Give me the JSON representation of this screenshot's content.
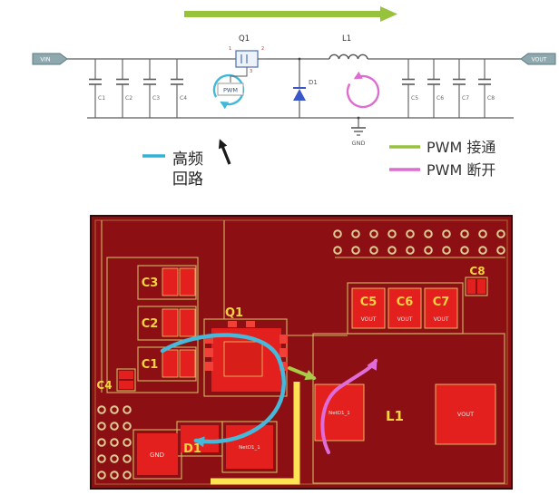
{
  "colors": {
    "loop_cyan": "#3FB9D9",
    "pwm_on_green": "#97C23C",
    "pwm_off_magenta": "#DB6ECF",
    "board_red": "#8C1013",
    "pad_red": "#E3201E",
    "silk_khaki": "#D2B963",
    "label_yellow": "#F5D33F",
    "trace_yellow": "#FFE353"
  },
  "schematic": {
    "vin": "VIN",
    "vout": "VOUT",
    "gnd": "GND",
    "q1": "Q1",
    "d1": "D1",
    "l1": "L1",
    "pwm": "PWM",
    "q1_pins": [
      "1",
      "2",
      "3"
    ],
    "left_caps": [
      "C1",
      "C2",
      "C3",
      "C4"
    ],
    "right_caps": [
      "C5",
      "C6",
      "C7",
      "C8"
    ]
  },
  "annotations": {
    "hf_loop_line1": "高频",
    "hf_loop_line2": "回路",
    "legend_pwm_on": "PWM 接通",
    "legend_pwm_off": "PWM 断开"
  },
  "pcb": {
    "c1": "C1",
    "c2": "C2",
    "c3": "C3",
    "c4": "C4",
    "c5": "C5",
    "c6": "C6",
    "c7": "C7",
    "c8": "C8",
    "q1": "Q1",
    "d1": "D1",
    "l1": "L1",
    "gnd_pad": "GND",
    "vout_pad": "VOUT",
    "vout_net": "VOUT",
    "net_label": "NetD1_1"
  }
}
